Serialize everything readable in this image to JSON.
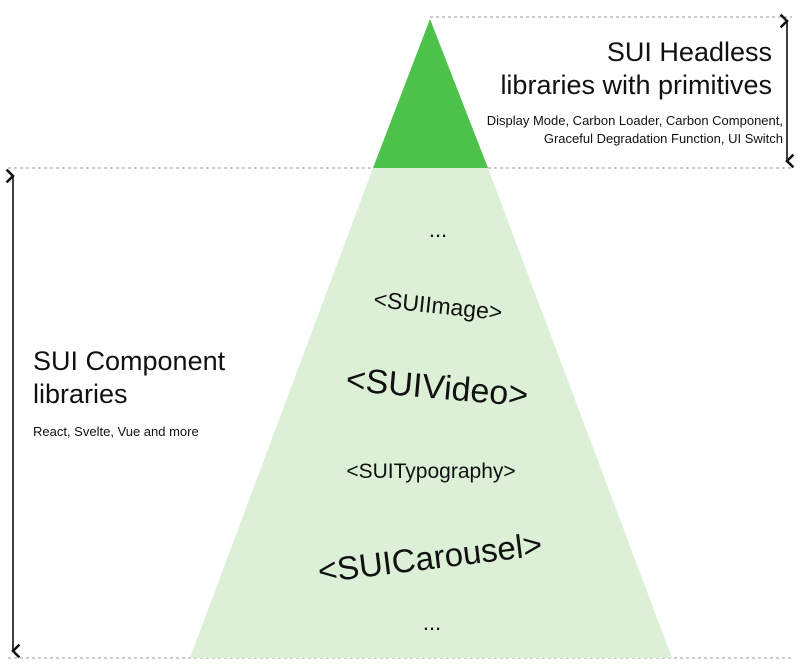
{
  "colors": {
    "tip": "#4CC24A",
    "base": "#DBF0D6",
    "text": "#111111",
    "dashed_line": "#9A9A9A"
  },
  "headless": {
    "title_line1": "SUI Headless",
    "title_line2": "libraries with primitives",
    "subtitle_line1": "Display Mode, Carbon Loader, Carbon Component,",
    "subtitle_line2": "Graceful Degradation Function, UI Switch"
  },
  "component": {
    "title_line1": "SUI Component",
    "title_line2": "libraries",
    "subtitle": "React, Svelte, Vue and more"
  },
  "layer_items": {
    "dots_top": "...",
    "image": "<SUIImage>",
    "video": "<SUIVideo>",
    "typography": "<SUITypography>",
    "carousel": "<SUICarousel>",
    "dots_bottom": "..."
  }
}
